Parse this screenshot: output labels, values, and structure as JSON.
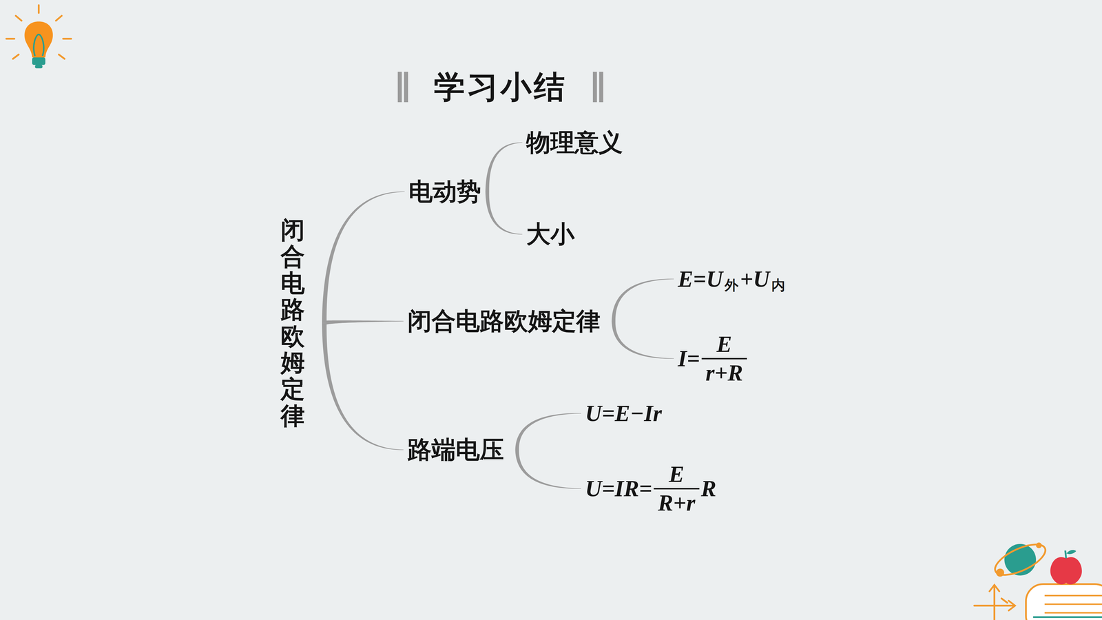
{
  "diagram": {
    "title": "学习小结",
    "nodes": [
      {
        "text": [
          "闭合电路欧姆定律"
        ]
      },
      {
        "text": [
          "电动势"
        ]
      },
      {
        "text": [
          "物理意义"
        ]
      },
      {
        "text": [
          "大小"
        ]
      },
      {
        "text": [
          "闭合电路欧姆定律"
        ]
      },
      {
        "text": [
          "E=U",
          "外",
          "+U",
          "内"
        ]
      },
      {
        "text": [
          "I=",
          "E",
          "r+R"
        ]
      },
      {
        "text": [
          "路端电压"
        ]
      },
      {
        "text": [
          "U=E−Ir"
        ]
      },
      {
        "text": [
          "U=IR=",
          "E",
          "R+r",
          "R"
        ]
      }
    ],
    "edges": [
      {
        "from": 0,
        "to": 1,
        "arrow": "none"
      },
      {
        "from": 0,
        "to": 4,
        "arrow": "none"
      },
      {
        "from": 0,
        "to": 7,
        "arrow": "none"
      },
      {
        "from": 1,
        "to": 2,
        "arrow": "none"
      },
      {
        "from": 1,
        "to": 3,
        "arrow": "none"
      },
      {
        "from": 4,
        "to": 5,
        "arrow": "none"
      },
      {
        "from": 4,
        "to": 6,
        "arrow": "none"
      },
      {
        "from": 7,
        "to": 8,
        "arrow": "none"
      },
      {
        "from": 7,
        "to": 9,
        "arrow": "none"
      }
    ]
  }
}
